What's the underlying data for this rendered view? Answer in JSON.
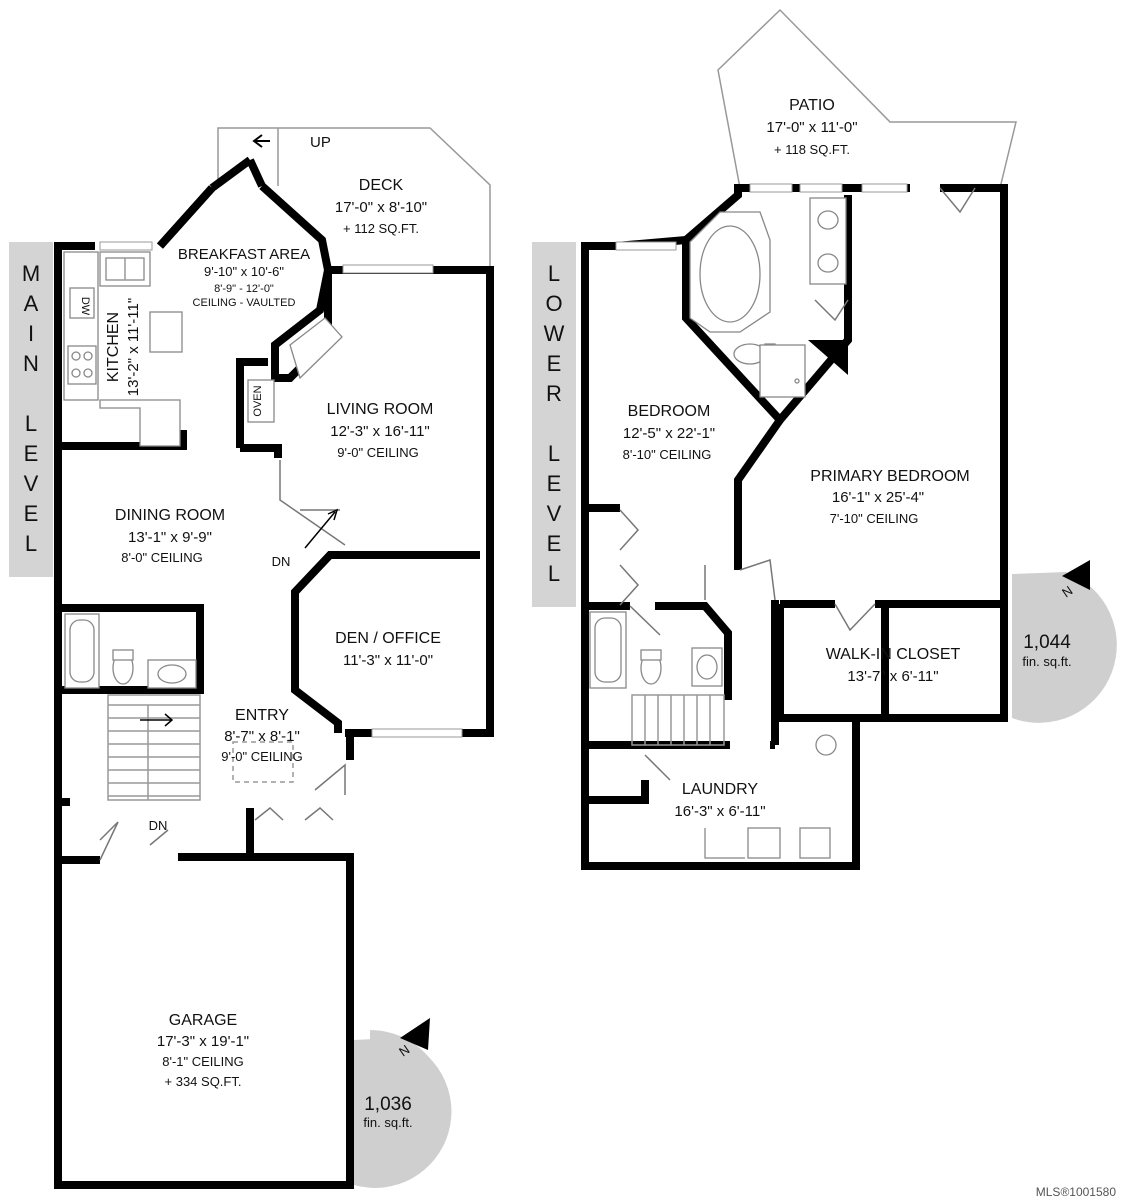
{
  "levels": {
    "main": {
      "banner": [
        "M",
        "A",
        "I",
        "N",
        "",
        "L",
        "E",
        "V",
        "E",
        "L"
      ],
      "area_value": "1,036",
      "area_unit": "fin. sq.ft.",
      "compass_label": "N"
    },
    "lower": {
      "banner": [
        "L",
        "O",
        "W",
        "E",
        "R",
        "",
        "L",
        "E",
        "V",
        "E",
        "L"
      ],
      "area_value": "1,044",
      "area_unit": "fin. sq.ft.",
      "compass_label": "N"
    }
  },
  "rooms": {
    "deck": {
      "name": "DECK",
      "dims": "17'-0\" x 8'-10\"",
      "extra": "+ 112 SQ.FT."
    },
    "up_label": "UP",
    "breakfast": {
      "name": "BREAKFAST AREA",
      "dims": "9'-10\" x 10'-6\"",
      "ceiling1": "8'-9\" - 12'-0\"",
      "ceiling2": "CEILING - VAULTED"
    },
    "kitchen": {
      "name": "KITCHEN",
      "dims": "13'-2\" x 11'-11\""
    },
    "dw": "DW",
    "oven": "OVEN",
    "living": {
      "name": "LIVING ROOM",
      "dims": "12'-3\" x 16'-11\"",
      "ceiling": "9'-0\" CEILING"
    },
    "dining": {
      "name": "DINING ROOM",
      "dims": "13'-1\" x 9'-9\"",
      "ceiling": "8'-0\" CEILING"
    },
    "dn_main1": "DN",
    "den": {
      "name": "DEN / OFFICE",
      "dims": "11'-3\" x 11'-0\""
    },
    "entry": {
      "name": "ENTRY",
      "dims": "8'-7\" x 8'-1\"",
      "ceiling": "9'-0\" CEILING"
    },
    "dn_main2": "DN",
    "garage": {
      "name": "GARAGE",
      "dims": "17'-3\" x 19'-1\"",
      "ceiling": "8'-1\" CEILING",
      "extra": "+ 334 SQ.FT."
    },
    "patio": {
      "name": "PATIO",
      "dims": "17'-0\" x 11'-0\"",
      "extra": "+ 118 SQ.FT."
    },
    "bedroom": {
      "name": "BEDROOM",
      "dims": "12'-5\" x 22'-1\"",
      "ceiling": "8'-10\" CEILING"
    },
    "primary": {
      "name": "PRIMARY BEDROOM",
      "dims": "16'-1\" x 25'-4\"",
      "ceiling": "7'-10\" CEILING"
    },
    "walkin": {
      "name": "WALK-IN CLOSET",
      "dims": "13'-7\" x 6'-11\""
    },
    "laundry": {
      "name": "LAUNDRY",
      "dims": "16'-3\" x 6'-11\""
    }
  },
  "footer": {
    "mls": "MLS®1001580"
  }
}
